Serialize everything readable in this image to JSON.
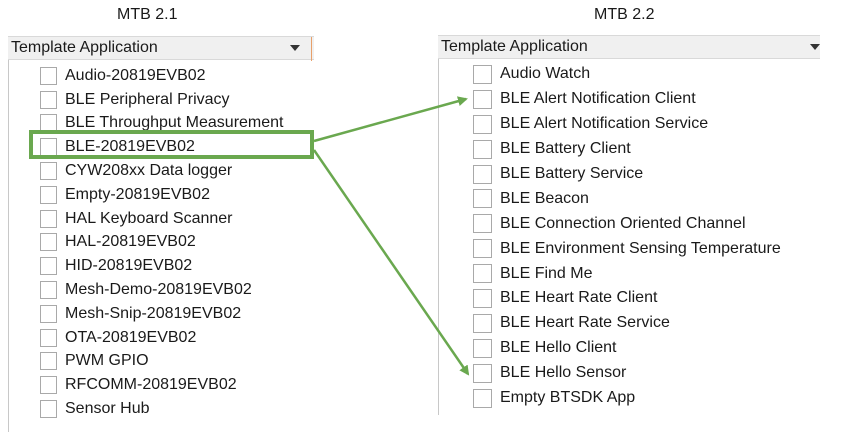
{
  "left": {
    "title": "MTB 2.1",
    "header_label": "Template Application",
    "items": [
      "Audio-20819EVB02",
      "BLE Peripheral Privacy",
      "BLE Throughput Measurement",
      "BLE-20819EVB02",
      "CYW208xx Data logger",
      "Empty-20819EVB02",
      "HAL Keyboard Scanner",
      "HAL-20819EVB02",
      "HID-20819EVB02",
      "Mesh-Demo-20819EVB02",
      "Mesh-Snip-20819EVB02",
      "OTA-20819EVB02",
      "PWM GPIO",
      "RFCOMM-20819EVB02",
      "Sensor Hub"
    ],
    "highlighted_item": "BLE-20819EVB02"
  },
  "right": {
    "title": "MTB 2.2",
    "header_label": "Template Application",
    "items": [
      "Audio Watch",
      "BLE Alert Notification Client",
      "BLE Alert Notification Service",
      "BLE Battery Client",
      "BLE Battery Service",
      "BLE Beacon",
      "BLE Connection Oriented Channel",
      "BLE Environment Sensing Temperature",
      "BLE Find Me",
      "BLE Heart Rate Client",
      "BLE Heart Rate Service",
      "BLE Hello Client",
      "BLE Hello Sensor",
      "Empty BTSDK App"
    ],
    "arrow_targets": [
      "BLE Alert Notification Client",
      "BLE Hello Sensor"
    ]
  },
  "colors": {
    "highlight": "#6aa84f",
    "header_bg": "#f0f0f0",
    "checkbox_border": "#a9a9a9"
  }
}
